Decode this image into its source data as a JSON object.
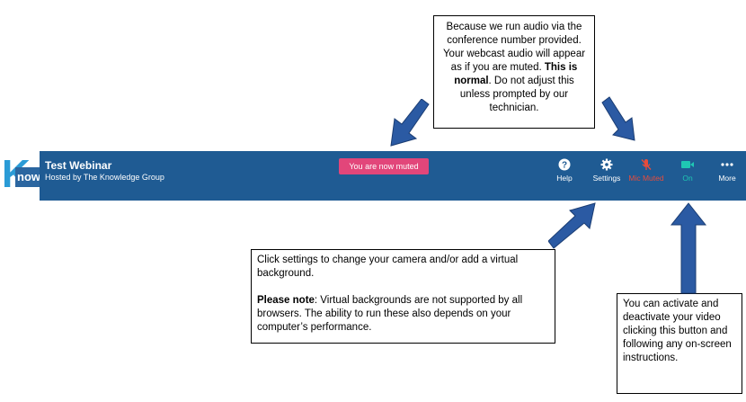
{
  "logo": {
    "letter": "K",
    "word": "now"
  },
  "bar": {
    "title": "Test Webinar",
    "subtitle": "Hosted by The Knowledge Group",
    "muted_banner": "You are now muted",
    "controls": {
      "help": "Help",
      "settings": "Settings",
      "mic": "Mic Muted",
      "video": "On",
      "more": "More"
    }
  },
  "callouts": {
    "audio": {
      "part1": "Because we run audio via the conference number provided. Your webcast audio will appear as if you are muted.",
      "bold": "This is normal",
      "part2": ". Do not adjust this unless prompted by our technician."
    },
    "settings": {
      "line1": "Click settings to change your camera and/or add a virtual background.",
      "note_label": "Please note",
      "note_text": ": Virtual backgrounds are not supported by all browsers. The ability to run these also depends on your computer’s performance."
    },
    "video": "You can activate and deactivate your video clicking this button and following any on-screen instructions."
  },
  "colors": {
    "bar": "#1f5b93",
    "muted_pill": "#e2467a",
    "mic": "#e74c3c",
    "video": "#1fc7b3",
    "arrow": "#2b5aa3"
  }
}
